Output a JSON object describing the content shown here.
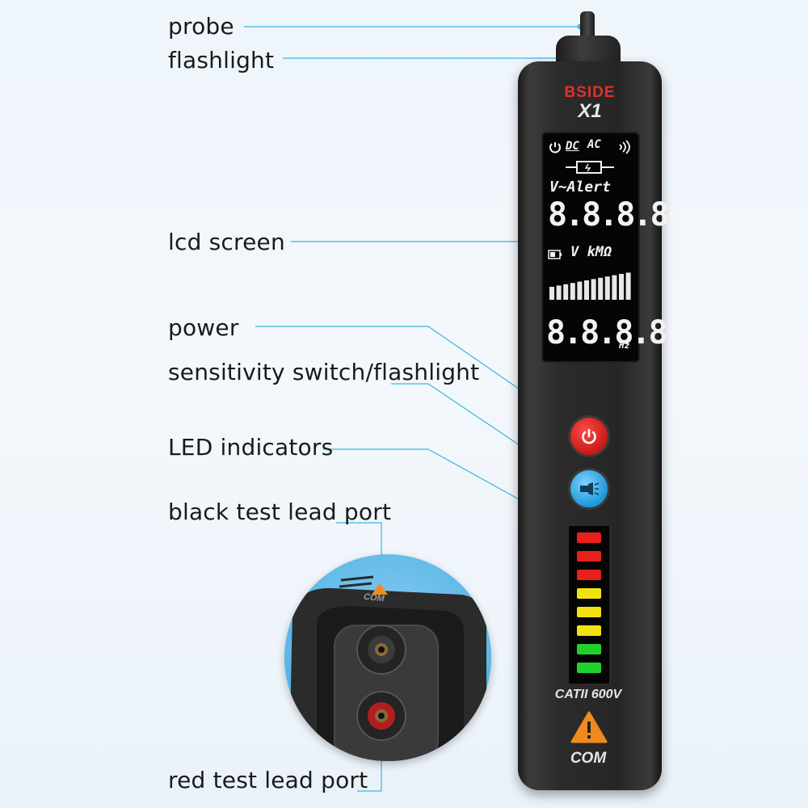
{
  "callouts": {
    "probe": "probe",
    "flashlight": "flashlight",
    "lcd_screen": "lcd screen",
    "power": "power",
    "sensitivity": "sensitivity switch/flashlight",
    "led_indicators": "LED indicators",
    "black_port": "black test lead port",
    "red_port": "red test lead port"
  },
  "device": {
    "brand": "BSIDE",
    "model": "X1",
    "lcd": {
      "mode_dc": "DC",
      "mode_ac": "AC",
      "alert": "V~Alert",
      "digits_top": "8.8.8.8",
      "units": "V kMΩ",
      "digits_bottom": "8.8.8.8",
      "freq_unit": "Hz"
    },
    "led_colors": [
      "#e8201c",
      "#e8201c",
      "#e8201c",
      "#f1e30f",
      "#f1e30f",
      "#f1e30f",
      "#20d32a",
      "#20d32a"
    ],
    "rating": "CATII 600V",
    "com_label": "COM"
  },
  "zoom": {
    "com_label": "COM"
  },
  "colors": {
    "leader_line": "#3bb6de",
    "accent_red": "#e0312b",
    "accent_blue": "#1e97d8"
  }
}
